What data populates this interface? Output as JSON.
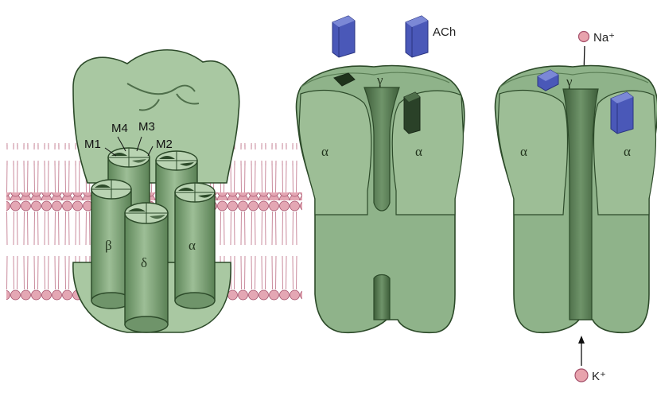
{
  "colors": {
    "protein_fill": "#8fb38a",
    "protein_light": "#a9c8a2",
    "protein_dark": "#3e5e3a",
    "protein_stroke": "#2c4a29",
    "membrane_head": "#e4a7b4",
    "membrane_head_stroke": "#a4506a",
    "membrane_tail": "#c98a9c",
    "ach_blue": "#4a58b8",
    "ach_blue_dark": "#2b3580",
    "ion_fill": "#e8a3ad"
  },
  "panel_left": {
    "helix_labels": [
      "M4",
      "M3",
      "M1",
      "M2"
    ],
    "subunit_labels": [
      "β",
      "δ",
      "α"
    ]
  },
  "panel_middle": {
    "ligand_label": "ACh",
    "subunit_labels": [
      "γ",
      "α",
      "α"
    ]
  },
  "panel_right": {
    "top_ion_label": "Na⁺",
    "bottom_ion_label": "K⁺",
    "subunit_labels": [
      "γ",
      "α",
      "α"
    ]
  }
}
